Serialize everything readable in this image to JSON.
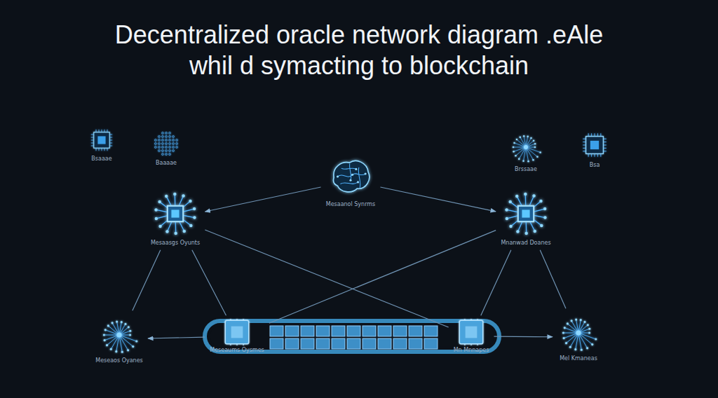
{
  "diagram": {
    "title": "Decentralized oracle network diagram .eAle whil d symacting to blockchain",
    "nodes": [
      {
        "text": [
          "Bsaaae"
        ]
      },
      {
        "text": [
          "Baaaae"
        ]
      },
      {
        "text": [
          "Brssaae"
        ]
      },
      {
        "text": [
          "Bsa"
        ]
      },
      {
        "text": [
          "Mesaanol Synrms"
        ]
      },
      {
        "text": [
          "Mesaasgs Oyunts"
        ]
      },
      {
        "text": [
          "Mnanwad Doanes"
        ]
      },
      {
        "text": [
          "Meseaos Oyanes"
        ]
      },
      {
        "text": [
          "Meseaums Oysmes"
        ]
      },
      {
        "text": [
          "Mn Mnnapes"
        ]
      },
      {
        "text": [
          "Mel Kmaneas"
        ]
      }
    ],
    "edges": [
      {
        "from": 4,
        "to": 5,
        "arrow": "to"
      },
      {
        "from": 4,
        "to": 6,
        "arrow": "to"
      },
      {
        "from": 5,
        "to": 7,
        "arrow": "none"
      },
      {
        "from": 5,
        "to": 8,
        "arrow": "none"
      },
      {
        "from": 5,
        "to": 9,
        "arrow": "none"
      },
      {
        "from": 6,
        "to": 8,
        "arrow": "none"
      },
      {
        "from": 6,
        "to": 9,
        "arrow": "none"
      },
      {
        "from": 6,
        "to": 10,
        "arrow": "none"
      },
      {
        "from": 8,
        "to": 7,
        "arrow": "to"
      },
      {
        "from": 9,
        "to": 10,
        "arrow": "to"
      }
    ]
  }
}
